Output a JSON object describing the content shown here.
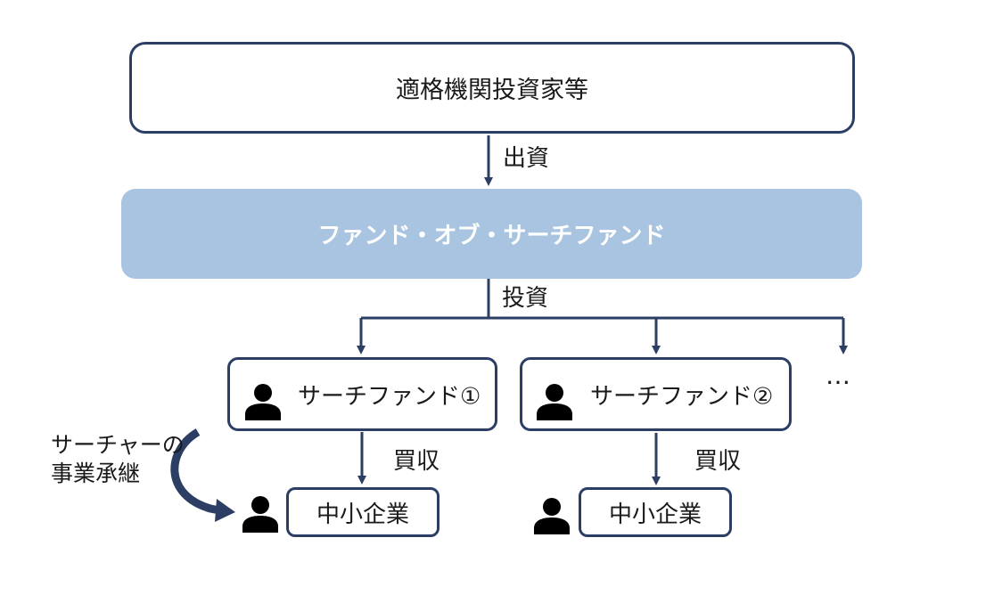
{
  "investors": {
    "label": "適格機関投資家等"
  },
  "edge_top": {
    "label": "出資"
  },
  "fund_of_funds": {
    "label": "ファンド・オブ・サーチファンド"
  },
  "edge_invest": {
    "label": "投資"
  },
  "search_funds": [
    {
      "label": "サーチファンド①"
    },
    {
      "label": "サーチファンド②"
    }
  ],
  "more": {
    "label": "…"
  },
  "edge_acquire": {
    "label": "買収"
  },
  "smes": [
    {
      "label": "中小企業"
    },
    {
      "label": "中小企業"
    }
  ],
  "succession": {
    "line1": "サーチャーの",
    "line2": "事業承継"
  },
  "colors": {
    "line": "#2c3e63",
    "fund_fill": "#a8c4e0"
  },
  "icons": {
    "person": "person-icon"
  }
}
